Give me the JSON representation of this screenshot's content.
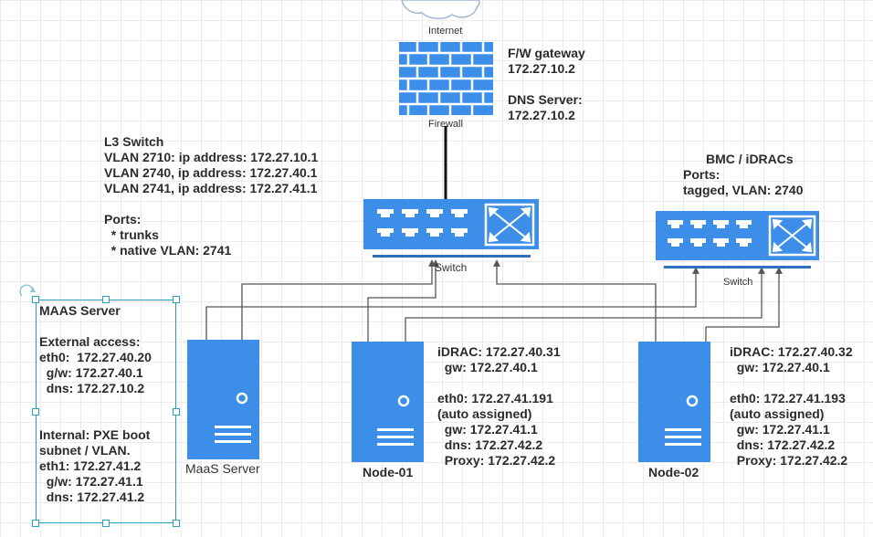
{
  "internet": {
    "label": "Internet"
  },
  "firewall": {
    "label": "Firewall"
  },
  "gateway_note": {
    "lines": [
      "F/W gateway",
      "172.27.10.2",
      "",
      "DNS Server:",
      "172.27.10.2"
    ]
  },
  "l3_switch_note": {
    "lines": [
      "L3 Switch",
      "VLAN 2710: ip address: 172.27.10.1",
      "VLAN 2740, ip address: 172.27.40.1",
      "VLAN 2741, ip address: 172.27.41.1",
      "",
      "Ports:",
      "  * trunks",
      "  * native VLAN: 2741"
    ]
  },
  "main_switch": {
    "label": "Switch"
  },
  "bmc_note": {
    "title": "BMC / iDRACs",
    "lines": [
      "Ports:",
      "tagged, VLAN: 2740"
    ]
  },
  "bmc_switch": {
    "label": "Switch"
  },
  "maas_note": {
    "lines": [
      "MAAS Server",
      "",
      "External access:",
      "eth0:  172.27.40.20",
      "  g/w: 172.27.40.1",
      "  dns: 172.27.10.2",
      "",
      "",
      "Internal: PXE boot",
      "subnet / VLAN.",
      "eth1: 172.27.41.2",
      "  g/w: 172.27.41.1",
      "  dns: 172.27.41.2"
    ]
  },
  "maas_server": {
    "label": "MaaS Server"
  },
  "node01": {
    "label": "Node-01",
    "lines": [
      "iDRAC: 172.27.40.31",
      "  gw: 172.27.40.1",
      "",
      "eth0: 172.27.41.191",
      "(auto assigned)",
      "  gw: 172.27.41.1",
      "  dns: 172.27.42.2",
      "  Proxy: 172.27.42.2"
    ]
  },
  "node02": {
    "label": "Node-02",
    "lines": [
      "iDRAC: 172.27.40.32",
      "  gw: 172.27.40.1",
      "",
      "eth0: 172.27.41.193",
      "(auto assigned)",
      "  gw: 172.27.41.1",
      "  dns: 172.27.42.2",
      "  Proxy: 172.27.42.2"
    ]
  },
  "colors": {
    "device_blue": "#3d8ee8",
    "line_gray": "#555555",
    "selection": "#2a9fbf"
  }
}
